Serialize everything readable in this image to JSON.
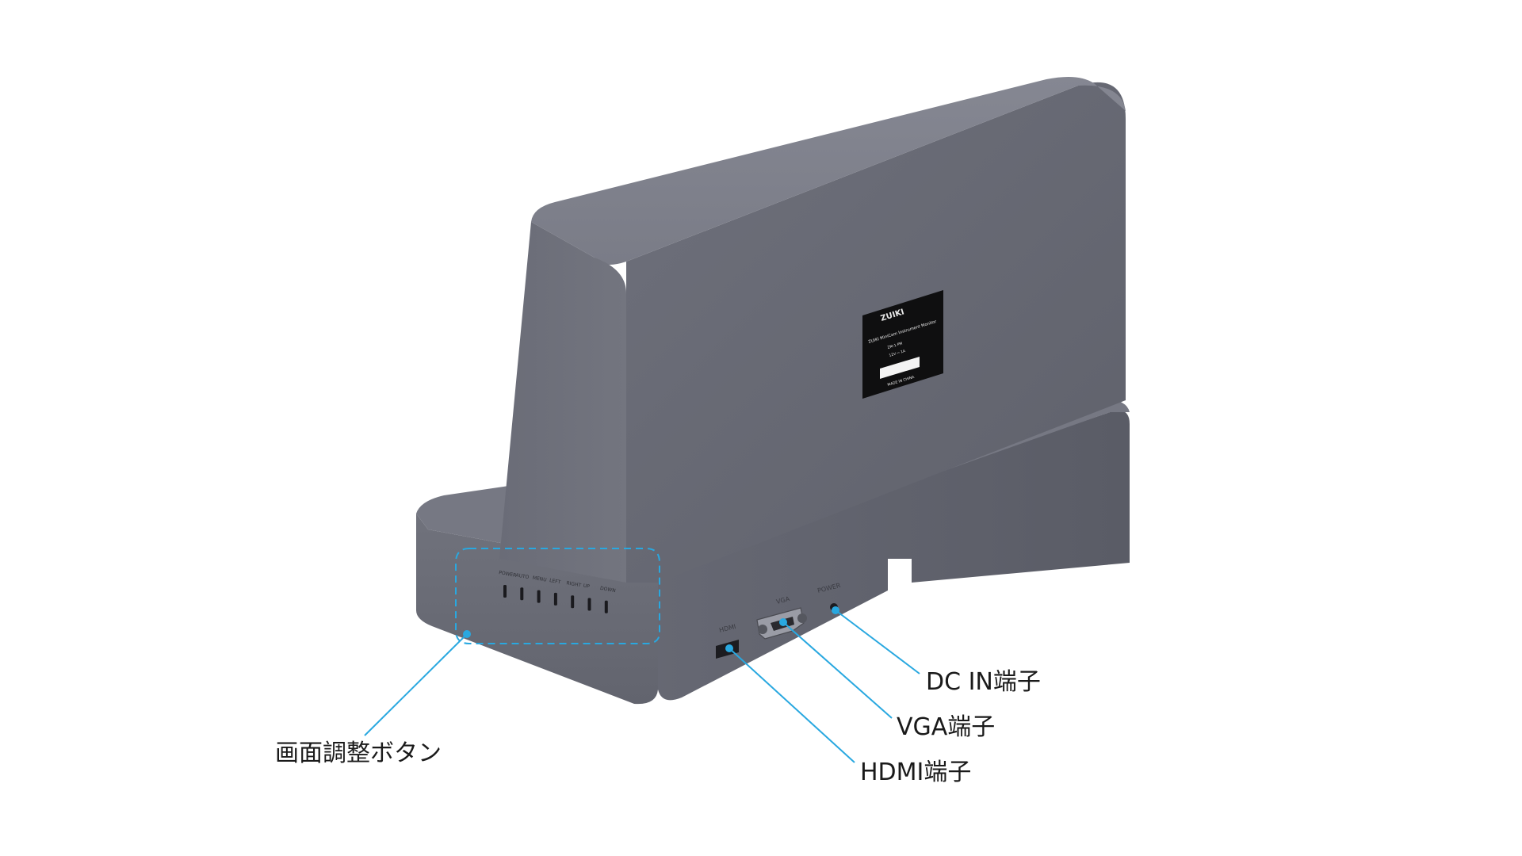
{
  "device": {
    "body_color": "#6b6d78",
    "label_plate": {
      "brand": "ZUIKI",
      "product": "ZUIKI MiniCam Instrument Monitor",
      "model": "ZM-1 PM",
      "spec": "12V ⎓ 1A",
      "origin": "MADE IN CHINA"
    },
    "front_buttons": [
      "POWER",
      "AUTO",
      "MENU",
      "LEFT",
      "RIGHT",
      "UP",
      "DOWN"
    ],
    "ports": {
      "hdmi": "HDMI",
      "vga": "VGA",
      "power": "POWER"
    }
  },
  "callouts": {
    "line_color": "#29a8e0",
    "buttons": "画面調整ボタン",
    "hdmi": "HDMI端子",
    "vga": "VGA端子",
    "dc_in": "DC IN端子"
  }
}
